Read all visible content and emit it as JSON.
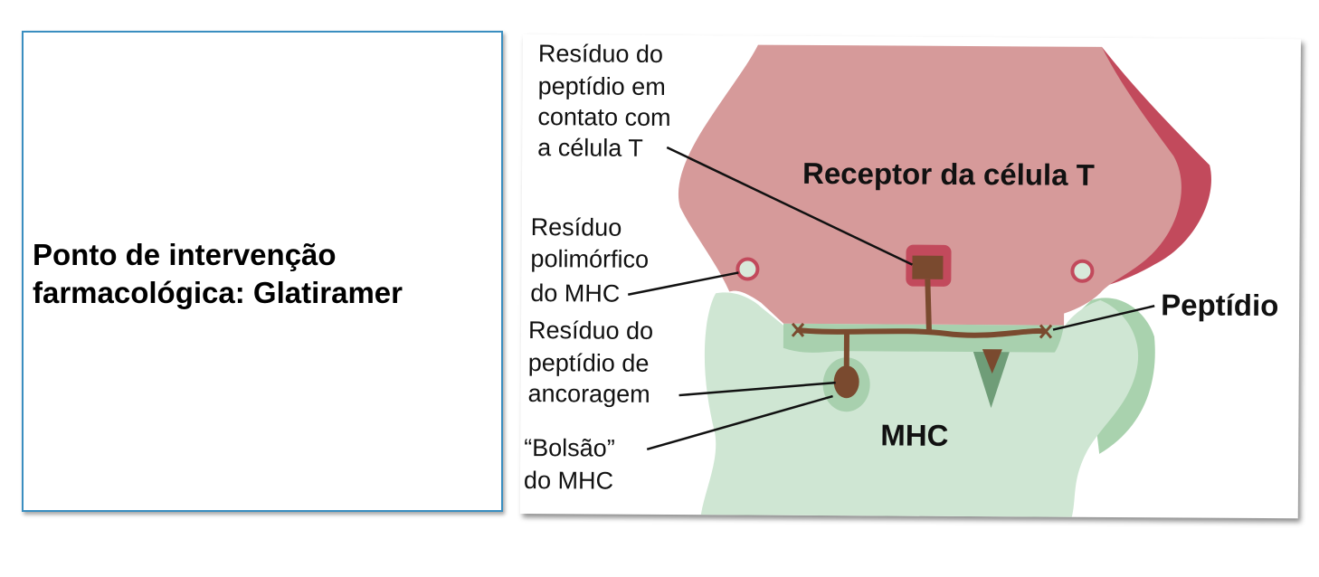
{
  "card": {
    "lines": [
      "Ponto de intervenção",
      "farmacológica: Glatiramer"
    ]
  },
  "diagram": {
    "receptor_label": "Receptor da célula T",
    "mhc_label": "MHC",
    "peptide_label": "Peptídio",
    "contact_residue_lines": [
      "Resíduo do",
      "peptídio em",
      "contato com",
      "a célula T"
    ],
    "polymorphic_lines": [
      "Resíduo",
      "polimórfico",
      "do MHC"
    ],
    "anchor_residue_lines": [
      "Resíduo do",
      "peptídio de",
      "ancoragem"
    ],
    "pocket_lines": [
      "“Bolsão”",
      "do MHC"
    ],
    "colors": {
      "receptor": "#d69a9a",
      "receptor_dark": "#c0505e",
      "mhc": "#cfe6d3",
      "mhc_dark": "#9ec8a5",
      "peptide": "#7a4a2f"
    }
  }
}
